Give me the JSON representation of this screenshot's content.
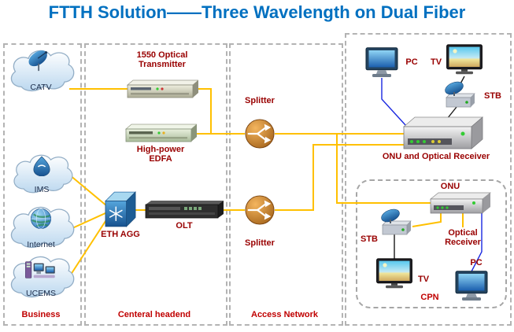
{
  "title": "FTTH Solution——Three Wavelength on Dual Fiber",
  "colors": {
    "title": "#0070C0",
    "section_label": "#C00000",
    "device_label": "#990000",
    "fiber_link": "#FFC000",
    "pc_link": "#1a28e0",
    "stb_link": "#1a1a1a"
  },
  "business": {
    "label": "Business",
    "items": [
      {
        "name": "CATV"
      },
      {
        "name": "IMS"
      },
      {
        "name": "Internet"
      },
      {
        "name": "UCEMS"
      }
    ]
  },
  "headend": {
    "label": "Centeral headend",
    "transmitter": "1550 Optical Transmitter",
    "edfa": "High-power EDFA",
    "eth_agg": "ETH AGG",
    "olt": "OLT"
  },
  "access": {
    "label": "Access Network",
    "splitter_top": "Splitter",
    "splitter_bottom": "Splitter"
  },
  "subscriber": {
    "pc": "PC",
    "tv": "TV",
    "stb": "STB",
    "onu_receiver": "ONU and Optical Receiver",
    "cpn": {
      "label": "CPN",
      "onu": "ONU",
      "stb": "STB",
      "optical_receiver": "Optical Receiver",
      "tv": "TV",
      "pc": "PC"
    }
  }
}
